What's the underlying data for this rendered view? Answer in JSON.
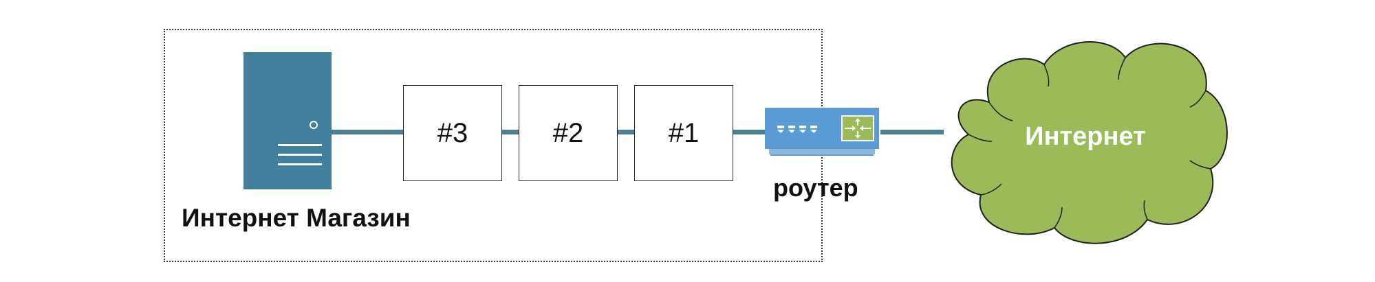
{
  "diagram": {
    "boundary_label": "Интернет Магазин",
    "boxes": [
      "#3",
      "#2",
      "#1"
    ],
    "router_label": "роутер",
    "cloud_label": "Интернет"
  },
  "colors": {
    "server": "#41809c",
    "link": "#4a7f96",
    "router_body": "#5b9bd5",
    "router_screen": "#9bbb59",
    "cloud_fill": "#9bbb59",
    "cloud_stroke": "#1e1e1e",
    "boundary": "#333333"
  },
  "icons": {
    "server": "server-icon",
    "router": "router-icon",
    "cloud": "cloud-icon"
  }
}
